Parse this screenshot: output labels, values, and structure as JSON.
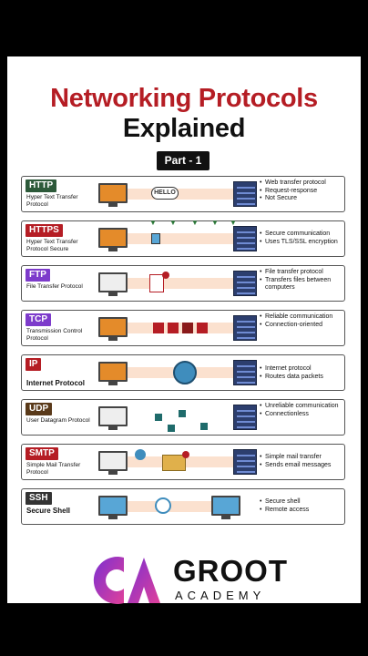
{
  "title_line1": "Networking Protocols",
  "title_line2": "Explained",
  "part_label": "Part - 1",
  "colors": {
    "title_red": "#b51d24",
    "http": "#2d5a3a",
    "https": "#b51d24",
    "ftp": "#7d3bcb",
    "tcp": "#7d3bcb",
    "ip": "#c2185b",
    "udp": "#5a3a1a",
    "smtp": "#b51d24",
    "ssh": "#333333"
  },
  "protocols": [
    {
      "abbr": "HTTP",
      "name": "Hyper Text Transfer Protocol",
      "bullets": [
        "Web transfer protocol",
        "Request-response",
        "Not Secure"
      ],
      "diagram_text": "HELLO"
    },
    {
      "abbr": "HTTPS",
      "name": "Hyper Text Transfer Protocol Secure",
      "bullets": [
        "Secure communication",
        "Uses TLS/SSL encryption"
      ]
    },
    {
      "abbr": "FTP",
      "name": "File Transfer Protocol",
      "bullets": [
        "File transfer protocol",
        "Transfers files between computers"
      ]
    },
    {
      "abbr": "TCP",
      "name": "Transmission Control Protocol",
      "bullets": [
        "Reliable communication",
        "Connection-oriented"
      ]
    },
    {
      "abbr": "IP",
      "name": "Internet Protocol",
      "bullets": [
        "Internet protocol",
        "Routes data packets"
      ]
    },
    {
      "abbr": "UDP",
      "name": "User Datagram Protocol",
      "bullets": [
        "Unreliable communication",
        "Connectionless"
      ]
    },
    {
      "abbr": "SMTP",
      "name": "Simple Mail Transfer Protocol",
      "bullets": [
        "Simple mail transfer",
        "Sends email messages"
      ]
    },
    {
      "abbr": "SSH",
      "name": "Secure Shell",
      "bullets": [
        "Secure shell",
        "Remote access"
      ]
    }
  ],
  "logo": {
    "brand": "GROOT",
    "sub": "ACADEMY"
  }
}
